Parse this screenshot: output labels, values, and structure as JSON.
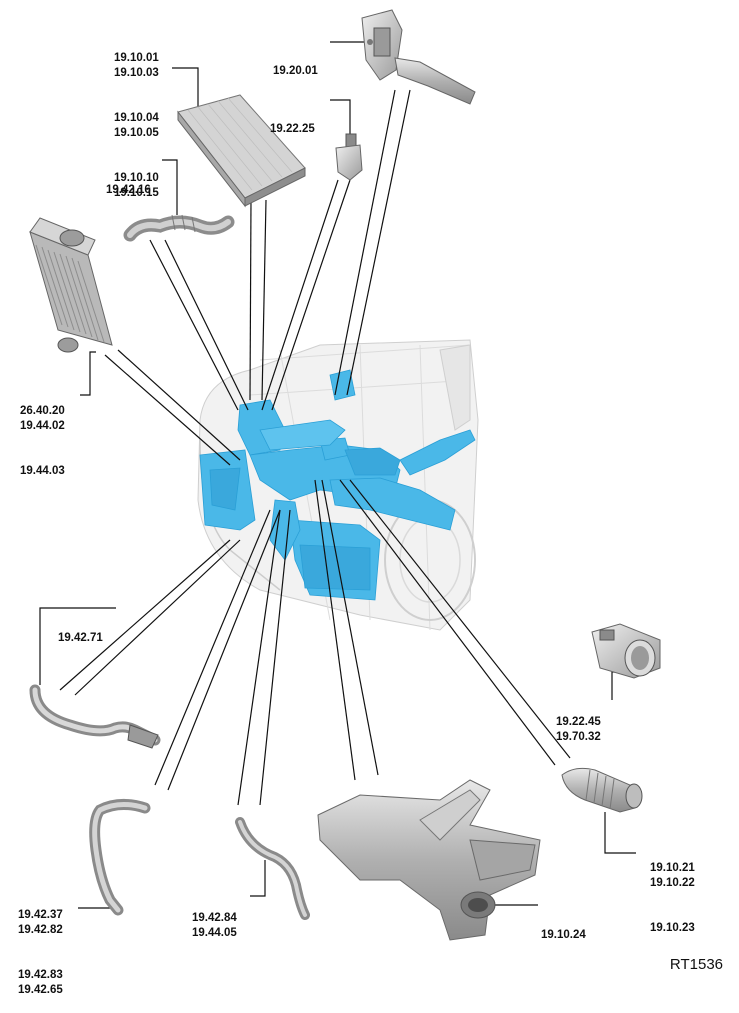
{
  "figure_ref": "RT1536",
  "groups": {
    "air_cleaner": [
      "19.10.01",
      "19.10.03",
      "19.10.04",
      "19.10.05",
      "19.10.10",
      "19.10.15"
    ],
    "pedal": [
      "19.20.01"
    ],
    "maf_sensor": [
      "19.22.25"
    ],
    "intake_hose_top": [
      "19.42.16"
    ],
    "intercooler": [
      "26.40.20",
      "19.44.02",
      "19.44.03"
    ],
    "intercooler_pipe": [
      "19.42.71"
    ],
    "throttle_body": [
      "19.22.45",
      "19.70.32"
    ],
    "air_duct": [
      "19.10.21",
      "19.10.22",
      "19.10.23"
    ],
    "hose_long": [
      "19.42.37",
      "19.42.82",
      "19.42.83",
      "19.42.65"
    ],
    "hose_small": [
      "19.42.84",
      "19.44.05"
    ],
    "air_cleaner_housing": [
      "19.10.24"
    ]
  },
  "colors": {
    "highlight": "#4ab8e8",
    "highlight_dark": "#2a9fd6",
    "ghost": "#c8c8c8",
    "part_metal": "#b5b5b5",
    "line": "#111111"
  }
}
